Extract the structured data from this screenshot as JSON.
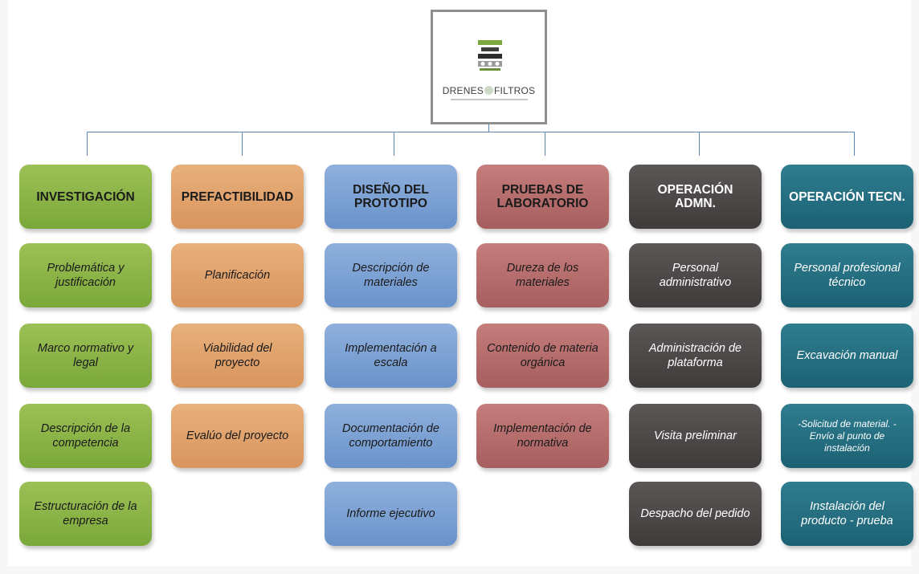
{
  "logo": {
    "brand_left": "DRENES",
    "brand_right": "FILTROS"
  },
  "columns": [
    {
      "header": "INVESTIGACIÓN",
      "items": [
        "Problemática y justificación",
        "Marco normativo y legal",
        "Descripción de la competencia",
        "Estructuración de la empresa"
      ]
    },
    {
      "header": "PREFACTIBILIDAD",
      "items": [
        "Planificación",
        "Viabilidad del proyecto",
        "Evalúo del proyecto"
      ]
    },
    {
      "header": "DISEÑO DEL PROTOTIPO",
      "items": [
        "Descripción de materiales",
        "Implementación a escala",
        "Documentación de comportamiento",
        "Informe ejecutivo"
      ]
    },
    {
      "header": "PRUEBAS DE LABORATORIO",
      "items": [
        "Dureza de los materiales",
        "Contenido de materia orgánica",
        "Implementación de normativa"
      ]
    },
    {
      "header": "OPERACIÓN ADMN.",
      "items": [
        "Personal administrativo",
        "Administración de plataforma",
        "Visita preliminar",
        "Despacho del pedido"
      ]
    },
    {
      "header": "OPERACIÓN TECN.",
      "items": [
        "Personal profesional técnico",
        "Excavación manual",
        "-Solicitud de material. - Envío al punto de instalación",
        "Instalación del producto - prueba"
      ]
    }
  ],
  "colors": {
    "investigacion": "#8cb548",
    "prefactibilidad": "#e2a36e",
    "diseno": "#7ca1d4",
    "pruebas": "#b66e6d",
    "operacion_admn": "#4e4949",
    "operacion_tecn": "#266f82",
    "connector": "#5b87b4"
  }
}
